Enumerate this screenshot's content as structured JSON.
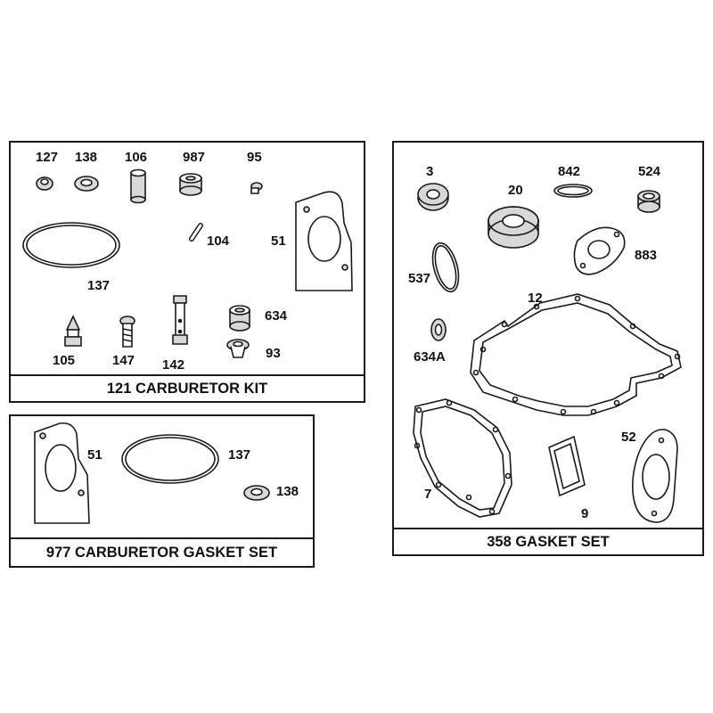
{
  "kits": [
    {
      "title": "121 CARBURETOR KIT",
      "parts": [
        "127",
        "138",
        "106",
        "987",
        "95",
        "104",
        "51",
        "137",
        "105",
        "147",
        "142",
        "634",
        "93"
      ]
    },
    {
      "title": "977 CARBURETOR GASKET SET",
      "parts": [
        "51",
        "137",
        "138"
      ]
    },
    {
      "title": "358 GASKET SET",
      "parts": [
        "3",
        "842",
        "524",
        "20",
        "537",
        "883",
        "12",
        "634A",
        "52",
        "7",
        "9"
      ]
    }
  ],
  "colors": {
    "ink": "#1a1a1a",
    "shade": "#d8d8d8",
    "paper": "#ffffff"
  }
}
